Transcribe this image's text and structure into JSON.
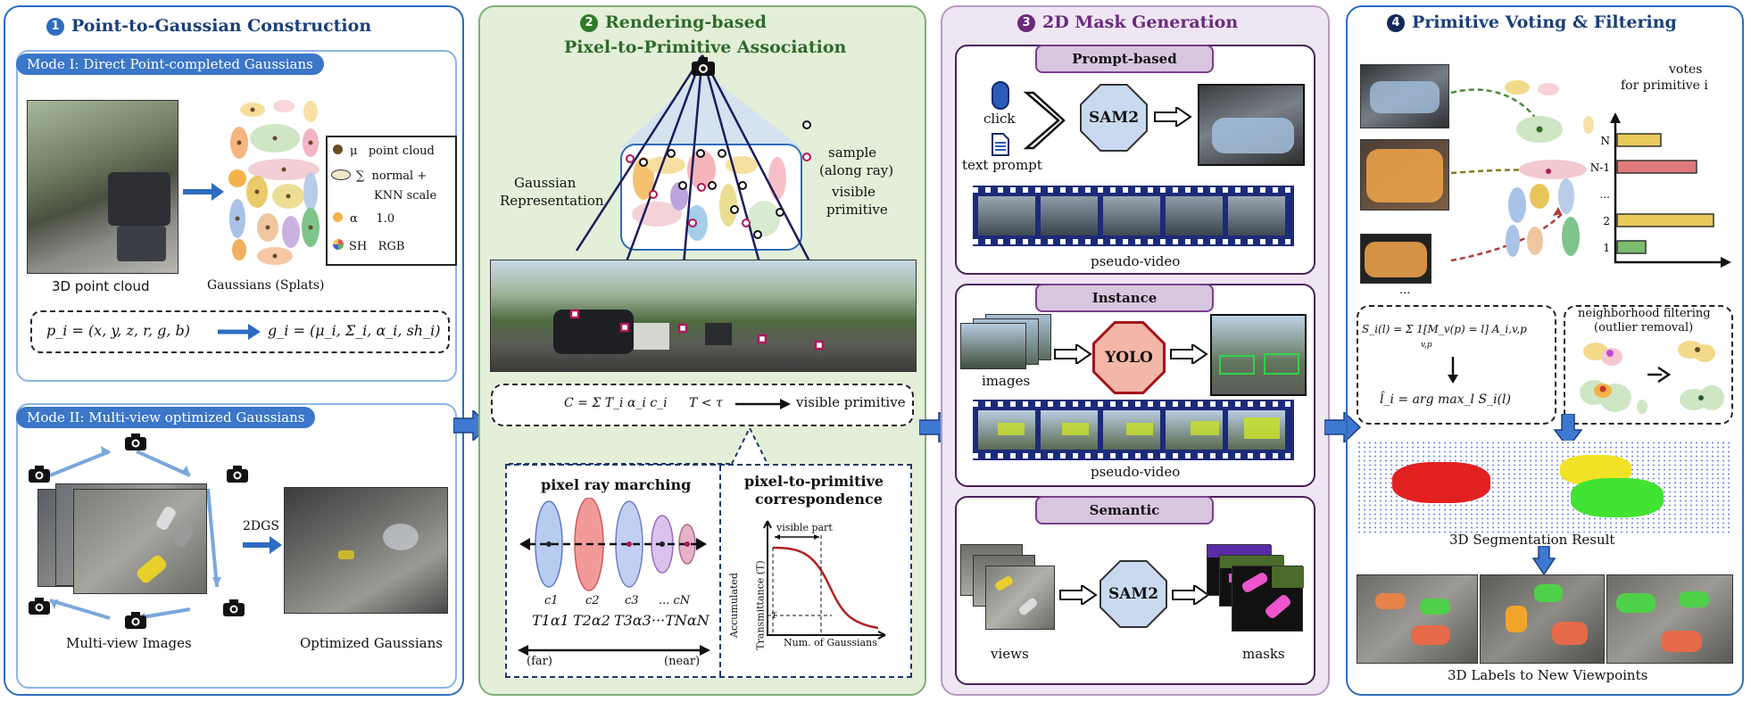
{
  "colors": {
    "blue": "#2d6cc0",
    "green": "#6fa86b",
    "purple": "#8a5a9a",
    "arrow": "#3f78d0"
  },
  "panel1": {
    "number": "1",
    "title": "Point-to-Gaussian Construction",
    "mode1_tag": "Mode I: Direct Point-completed Gaussians",
    "mode2_tag": "Mode II: Multi-view optimized Gaussians",
    "point_cloud_label": "3D point cloud",
    "gaussians_label": "Gaussians (Splats)",
    "legend": [
      {
        "symbol": "μ",
        "text": "point cloud",
        "icon": "dot-icon"
      },
      {
        "symbol": "∑",
        "text": "normal +",
        "text2": "KNN scale",
        "icon": "ellipse-icon"
      },
      {
        "symbol": "α",
        "text": "1.0",
        "icon": "alpha-dot-icon"
      },
      {
        "symbol": "SH",
        "text": "RGB",
        "icon": "color-dot-icon"
      }
    ],
    "formula_left": "p_i = (x, y, z, r, g, b)",
    "formula_right": "g_i = (μ_i, Σ_i, α_i, sh_i)",
    "multiview_label": "Multi-view Images",
    "optimized_label": "Optimized Gaussians",
    "method_label": "2DGS"
  },
  "panel2": {
    "number": "2",
    "title_line1": "Rendering-based",
    "title_line2": "Pixel-to-Primitive Association",
    "gaussian_rep_line1": "Gaussian",
    "gaussian_rep_line2": "Representation",
    "sample_line1": "sample",
    "sample_line2": "(along ray)",
    "visible_line1": "visible",
    "visible_line2": "primitive",
    "formula": "C = Σ T_i α_i c_i",
    "condition": "T < τ",
    "result": "visible primitive",
    "marching_title": "pixel ray marching",
    "corr_title_line1": "pixel-to-primitive",
    "corr_title_line2": "correspondence",
    "c_labels": [
      "c1",
      "c2",
      "c3",
      "... cN"
    ],
    "t_labels": [
      "T1α1",
      "T2α2",
      "T3α3",
      "···TNαN"
    ],
    "far": "(far)",
    "near": "(near)",
    "y_axis_line1": "Accumulated",
    "y_axis_line2": "Transmittance (T)",
    "x_axis": "Num. of Gaussians",
    "visible_part": "visible part",
    "tau": "τ"
  },
  "panel3": {
    "number": "3",
    "title": "2D Mask Generation",
    "prompt_title": "Prompt-based",
    "click": "click",
    "text_prompt": "text prompt",
    "sam": "SAM2",
    "pseudo_video": "pseudo-video",
    "instance_title": "Instance",
    "images": "images",
    "yolo": "YOLO",
    "semantic_title": "Semantic",
    "views": "views",
    "masks": "masks"
  },
  "panel4": {
    "number": "4",
    "title": "Primitive Voting & Filtering",
    "votes_line1": "votes",
    "votes_line2": "for primitive i",
    "bars": [
      {
        "label": "N",
        "value": 0.45,
        "color": "#e8c95a"
      },
      {
        "label": "N-1",
        "value": 0.82,
        "color": "#e07a7a"
      },
      {
        "label": "...",
        "value": 0,
        "color": "#ffffff"
      },
      {
        "label": "2",
        "value": 1.0,
        "color": "#e8c95a"
      },
      {
        "label": "1",
        "value": 0.3,
        "color": "#7dbb6e"
      }
    ],
    "ellipsis": "...",
    "vote_formula": "S_i(l) = Σ 1[M_v(p) = l] A_i,v,p",
    "vote_sub": "v,p",
    "argmax_formula": "l̂_i = arg max_l S_i(l)",
    "filter_line1": "neighborhood filtering",
    "filter_line2": "(outlier removal)",
    "seg_result": "3D Segmentation Result",
    "new_views": "3D Labels to New Viewpoints"
  }
}
